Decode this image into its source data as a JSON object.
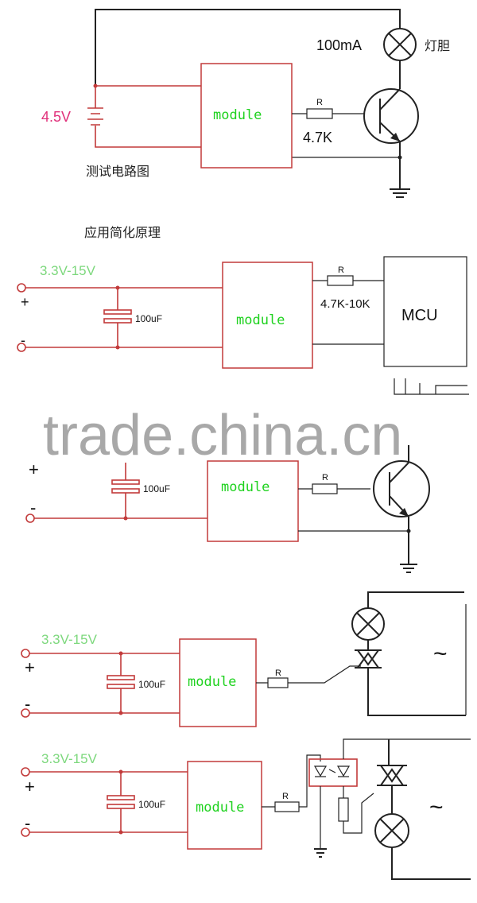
{
  "diagram1": {
    "battery_label": "4.5V",
    "module_label": "module",
    "resistor_label": "R",
    "resistor_value": "4.7K",
    "lamp_current": "100mA",
    "lamp_label": "灯胆",
    "caption": "测试电路图"
  },
  "section_title": "应用简化原理",
  "diagram2": {
    "voltage": "3.3V-15V",
    "plus": "+",
    "minus": "-",
    "cap_label": "100uF",
    "module_label": "module",
    "resistor_label": "R",
    "resistor_value": "4.7K-10K",
    "mcu_label": "MCU"
  },
  "watermark": "trade.china.cn",
  "diagram3": {
    "plus": "+",
    "minus": "-",
    "cap_label": "100uF",
    "module_label": "module",
    "resistor_label": "R"
  },
  "diagram4": {
    "voltage": "3.3V-15V",
    "plus": "+",
    "minus": "-",
    "cap_label": "100uF",
    "module_label": "module",
    "resistor_label": "R",
    "ac_symbol": "~"
  },
  "diagram5": {
    "voltage": "3.3V-15V",
    "plus": "+",
    "minus": "-",
    "cap_label": "100uF",
    "module_label": "module",
    "resistor_label": "R",
    "ac_symbol": "~"
  }
}
